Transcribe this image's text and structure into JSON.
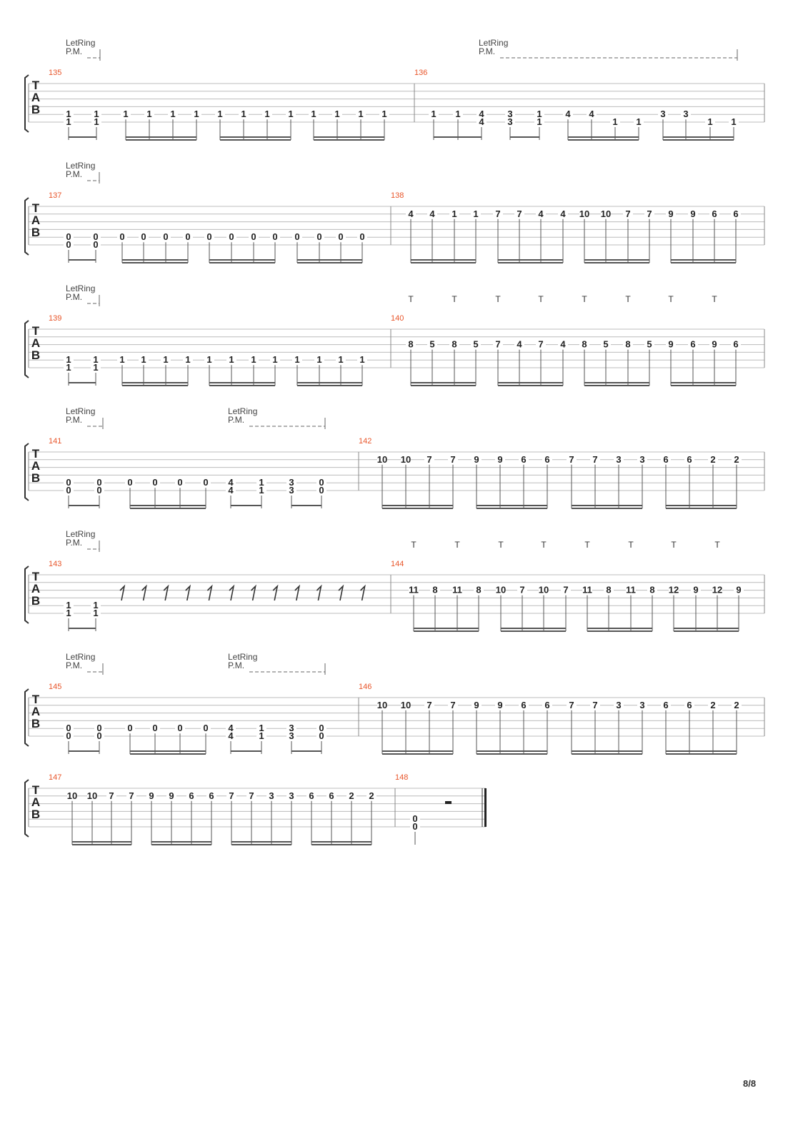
{
  "page_label": "8/8",
  "tab_clef": [
    "T",
    "A",
    "B"
  ],
  "effect_labels": {
    "let_ring": "LetRing",
    "palm_mute": "P.M.",
    "tap": "T"
  },
  "systems": [
    {
      "effects": [
        {
          "start": 0,
          "end": 1
        },
        {
          "start": 16,
          "end": 17
        }
      ],
      "measures": [
        {
          "number": "135",
          "beats": [
            [
              "1",
              "1"
            ],
            [
              "1",
              "1"
            ],
            [
              "1"
            ],
            [
              "1"
            ],
            [
              "1"
            ],
            [
              "1"
            ],
            [
              "1"
            ],
            [
              "1"
            ],
            [
              "1"
            ],
            [
              "1"
            ],
            [
              "1"
            ],
            [
              "1"
            ],
            [
              "1"
            ],
            [
              "1"
            ]
          ],
          "groups": [
            2,
            4,
            4,
            4
          ]
        },
        {
          "number": "136",
          "beats": [
            [
              "1"
            ],
            [
              "1"
            ],
            [
              "4",
              "4"
            ],
            [
              "3",
              "3"
            ],
            [
              "1",
              "1"
            ],
            [
              "4"
            ],
            [
              "4"
            ],
            [
              "",
              "1"
            ],
            [
              "",
              "1"
            ],
            [
              "3"
            ],
            [
              "3"
            ],
            [
              "",
              "1"
            ],
            [
              "",
              "1"
            ]
          ],
          "groups": [
            3,
            2,
            4,
            4
          ]
        }
      ]
    },
    {
      "effects": [
        {
          "start": 0,
          "end": 1
        }
      ],
      "measures": [
        {
          "number": "137",
          "beats": [
            [
              "0",
              "0"
            ],
            [
              "0",
              "0"
            ],
            [
              "0"
            ],
            [
              "0"
            ],
            [
              "0"
            ],
            [
              "0"
            ],
            [
              "0"
            ],
            [
              "0"
            ],
            [
              "0"
            ],
            [
              "0"
            ],
            [
              "0"
            ],
            [
              "0"
            ],
            [
              "0"
            ],
            [
              "0"
            ]
          ],
          "groups": [
            2,
            4,
            4,
            4
          ]
        },
        {
          "number": "138",
          "beats": [
            [
              "4"
            ],
            [
              "4"
            ],
            [
              "1"
            ],
            [
              "1"
            ],
            [
              "7"
            ],
            [
              "7"
            ],
            [
              "4"
            ],
            [
              "4"
            ],
            [
              "10"
            ],
            [
              "10"
            ],
            [
              "7"
            ],
            [
              "7"
            ],
            [
              "9"
            ],
            [
              "9"
            ],
            [
              "6"
            ],
            [
              "6"
            ]
          ],
          "groups": [
            4,
            4,
            4,
            4
          ],
          "row": 1
        }
      ]
    },
    {
      "effects": [
        {
          "start": 0,
          "end": 1
        }
      ],
      "taps": true,
      "measures": [
        {
          "number": "139",
          "beats": [
            [
              "1",
              "1"
            ],
            [
              "1",
              "1"
            ],
            [
              "1"
            ],
            [
              "1"
            ],
            [
              "1"
            ],
            [
              "1"
            ],
            [
              "1"
            ],
            [
              "1"
            ],
            [
              "1"
            ],
            [
              "1"
            ],
            [
              "1"
            ],
            [
              "1"
            ],
            [
              "1"
            ],
            [
              "1"
            ]
          ],
          "groups": [
            2,
            4,
            4,
            4
          ]
        },
        {
          "number": "140",
          "beats": [
            [
              "8"
            ],
            [
              "5"
            ],
            [
              "8"
            ],
            [
              "5"
            ],
            [
              "7"
            ],
            [
              "4"
            ],
            [
              "7"
            ],
            [
              "4"
            ],
            [
              "8"
            ],
            [
              "5"
            ],
            [
              "8"
            ],
            [
              "5"
            ],
            [
              "9"
            ],
            [
              "6"
            ],
            [
              "9"
            ],
            [
              "6"
            ]
          ],
          "groups": [
            4,
            4,
            4,
            4
          ],
          "row": 2
        }
      ]
    },
    {
      "effects": [
        {
          "start": 0,
          "end": 1
        },
        {
          "start": 6,
          "end": 9
        }
      ],
      "measures": [
        {
          "number": "141",
          "beats": [
            [
              "0",
              "0"
            ],
            [
              "0",
              "0"
            ],
            [
              "0"
            ],
            [
              "0"
            ],
            [
              "0"
            ],
            [
              "0"
            ],
            [
              "4",
              "4"
            ],
            [
              "1",
              "1"
            ],
            [
              "3",
              "3"
            ],
            [
              "0",
              "0"
            ]
          ],
          "groups": [
            2,
            4,
            2,
            2
          ]
        },
        {
          "number": "142",
          "beats": [
            [
              "10"
            ],
            [
              "10"
            ],
            [
              "7"
            ],
            [
              "7"
            ],
            [
              "9"
            ],
            [
              "9"
            ],
            [
              "6"
            ],
            [
              "6"
            ],
            [
              "7"
            ],
            [
              "7"
            ],
            [
              "3"
            ],
            [
              "3"
            ],
            [
              "6"
            ],
            [
              "6"
            ],
            [
              "2"
            ],
            [
              "2"
            ]
          ],
          "groups": [
            4,
            4,
            4,
            4
          ],
          "row": 1
        }
      ]
    },
    {
      "effects": [
        {
          "start": 0,
          "end": 1
        }
      ],
      "taps": true,
      "measures": [
        {
          "number": "143",
          "beats": [
            [
              "1",
              "1"
            ],
            [
              "1",
              "1"
            ]
          ],
          "groups": [
            2
          ],
          "rests": 12
        },
        {
          "number": "144",
          "beats": [
            [
              "11"
            ],
            [
              "8"
            ],
            [
              "11"
            ],
            [
              "8"
            ],
            [
              "10"
            ],
            [
              "7"
            ],
            [
              "10"
            ],
            [
              "7"
            ],
            [
              "11"
            ],
            [
              "8"
            ],
            [
              "11"
            ],
            [
              "8"
            ],
            [
              "12"
            ],
            [
              "9"
            ],
            [
              "12"
            ],
            [
              "9"
            ]
          ],
          "groups": [
            4,
            4,
            4,
            4
          ],
          "row": 2
        }
      ]
    },
    {
      "effects": [
        {
          "start": 0,
          "end": 1
        },
        {
          "start": 6,
          "end": 9
        }
      ],
      "measures": [
        {
          "number": "145",
          "beats": [
            [
              "0",
              "0"
            ],
            [
              "0",
              "0"
            ],
            [
              "0"
            ],
            [
              "0"
            ],
            [
              "0"
            ],
            [
              "0"
            ],
            [
              "4",
              "4"
            ],
            [
              "1",
              "1"
            ],
            [
              "3",
              "3"
            ],
            [
              "0",
              "0"
            ]
          ],
          "groups": [
            2,
            4,
            2,
            2
          ]
        },
        {
          "number": "146",
          "beats": [
            [
              "10"
            ],
            [
              "10"
            ],
            [
              "7"
            ],
            [
              "7"
            ],
            [
              "9"
            ],
            [
              "9"
            ],
            [
              "6"
            ],
            [
              "6"
            ],
            [
              "7"
            ],
            [
              "7"
            ],
            [
              "3"
            ],
            [
              "3"
            ],
            [
              "6"
            ],
            [
              "6"
            ],
            [
              "2"
            ],
            [
              "2"
            ]
          ],
          "groups": [
            4,
            4,
            4,
            4
          ],
          "row": 1
        }
      ]
    },
    {
      "effects": [],
      "measures": [
        {
          "number": "147",
          "beats": [
            [
              "10"
            ],
            [
              "10"
            ],
            [
              "7"
            ],
            [
              "7"
            ],
            [
              "9"
            ],
            [
              "9"
            ],
            [
              "6"
            ],
            [
              "6"
            ],
            [
              "7"
            ],
            [
              "7"
            ],
            [
              "3"
            ],
            [
              "3"
            ],
            [
              "6"
            ],
            [
              "6"
            ],
            [
              "2"
            ],
            [
              "2"
            ]
          ],
          "groups": [
            4,
            4,
            4,
            4
          ],
          "row": 1
        },
        {
          "number": "148",
          "beats": [
            [
              "0",
              "0"
            ]
          ],
          "groups": [
            1
          ],
          "final": true
        }
      ]
    }
  ]
}
